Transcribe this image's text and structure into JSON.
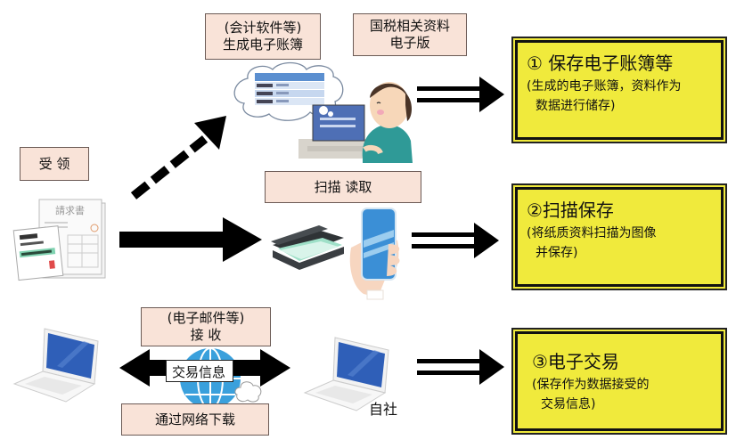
{
  "top": {
    "software_box": {
      "line1": "(会计软件等)",
      "line2": "生成电子账簿"
    },
    "tax_box": {
      "line1": "国税相关资料",
      "line2": "电子版"
    }
  },
  "receive_box": {
    "label": "受 领"
  },
  "scan_box": {
    "label": "扫描  读取"
  },
  "email_box": {
    "line1": "(电子邮件等)",
    "line2": "接  收"
  },
  "download_box": {
    "label": "通过网络下载"
  },
  "transaction_tag": {
    "label": "交易信息"
  },
  "own_company_label": "自社",
  "results": [
    {
      "title": "① 保存电子账簿等",
      "sub1": "(生成的电子账簿，资料作为",
      "sub2": "数据进行储存)"
    },
    {
      "title": "②扫描保存",
      "sub1": "(将纸质资料扫描为图像",
      "sub2": "并保存)"
    },
    {
      "title": "③电子交易",
      "sub1": "(保存作为数据接受的",
      "sub2": "交易信息)"
    }
  ],
  "colors": {
    "label_box_fill": "#f9e3d8",
    "result_box_fill": "#f0ea3c",
    "screen_blue": "#2f5fb8",
    "phone_blue": "#3b8fd6",
    "globe_blue": "#3aa0dc"
  }
}
